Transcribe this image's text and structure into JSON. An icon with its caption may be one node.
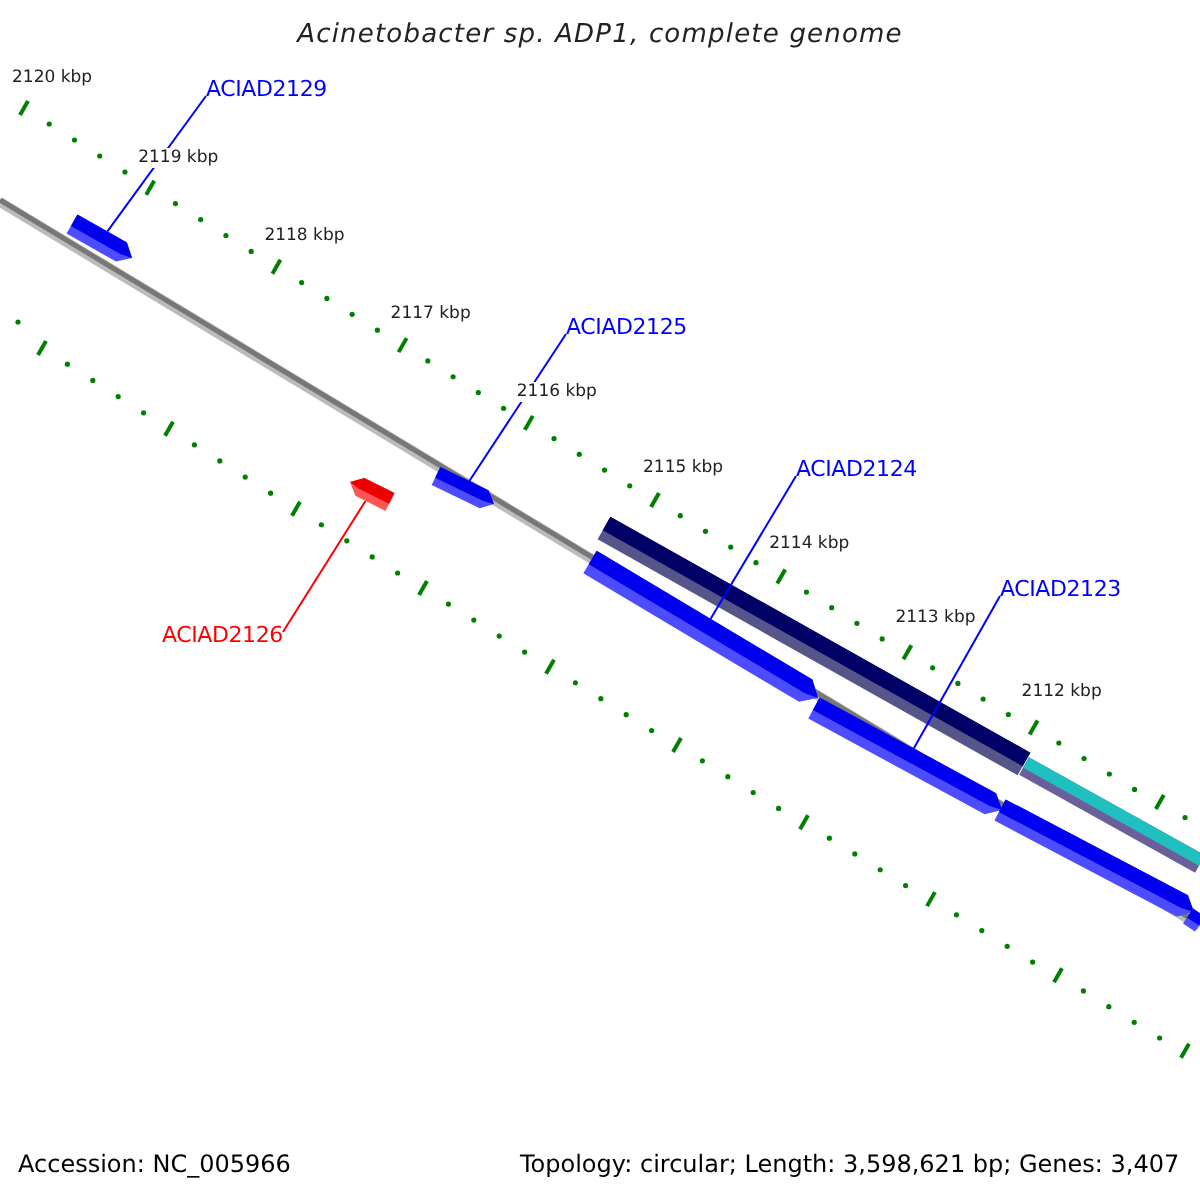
{
  "diagram": {
    "title": "Acinetobacter sp. ADP1, complete genome",
    "nodes": [
      {
        "text": [
          "ACIAD2129"
        ]
      },
      {
        "text": [
          "ACIAD2125"
        ]
      },
      {
        "text": [
          "ACIAD2124"
        ]
      },
      {
        "text": [
          "ACIAD2123"
        ]
      },
      {
        "text": [
          "ACIAD2126"
        ]
      },
      {
        "text": [],
        "shape": "arrow"
      },
      {
        "text": [],
        "shape": "arrow"
      },
      {
        "text": [],
        "shape": "arrow"
      },
      {
        "text": [],
        "shape": "arrow"
      },
      {
        "text": [],
        "shape": "bar"
      },
      {
        "text": [],
        "shape": "arrow"
      },
      {
        "text": [],
        "shape": "arrow"
      },
      {
        "text": [],
        "shape": "bar"
      },
      {
        "text": [],
        "shape": "arrow"
      }
    ],
    "edges": [
      {
        "from": 0,
        "to": 5,
        "arrow": "none"
      },
      {
        "from": 1,
        "to": 7,
        "arrow": "none"
      },
      {
        "from": 2,
        "to": 8,
        "arrow": "none"
      },
      {
        "from": 3,
        "to": 10,
        "arrow": "none"
      },
      {
        "from": 4,
        "to": 6,
        "arrow": "none",
        "color": "#ff0000"
      }
    ],
    "labels": [
      "2120 kbp",
      "2119 kbp",
      "2118 kbp",
      "2117 kbp",
      "2116 kbp",
      "2115 kbp",
      "2114 kbp",
      "2113 kbp",
      "2112 kbp",
      "Accession: NC_005966",
      "Topology: circular; Length: 3,598,621 bp; Genes: 3,407"
    ]
  }
}
